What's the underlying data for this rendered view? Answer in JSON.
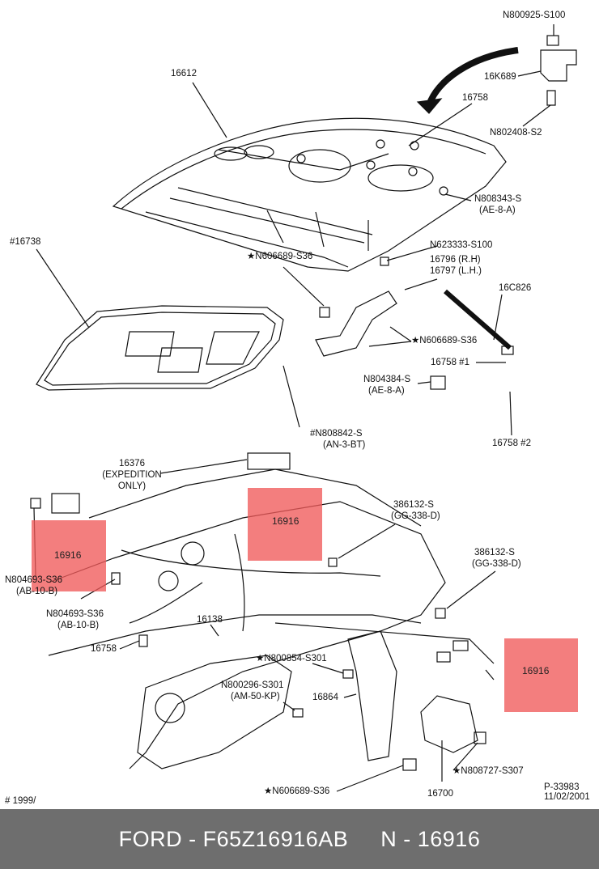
{
  "labels": {
    "n800925_s100": "N800925-S100",
    "p16k689": "16K689",
    "n802408_s2": "N802408-S2",
    "p16758_top": "16758",
    "p16612": "16612",
    "n808343_s_a": "N808343-S",
    "n808343_s_b": "(AE-8-A)",
    "p16738": "#16738",
    "n606689_s36_a": "★N606689-S36",
    "n623333_s100": "N623333-S100",
    "p16796": "16796 (R.H)",
    "p16797": "16797 (L.H.)",
    "p16c826": "16C826",
    "n606689_s36_b": "★N606689-S36",
    "p16758_1": "16758 #1",
    "n804384_s_a": "N804384-S",
    "n804384_s_b": "(AE-8-A)",
    "n808842_s_a": "#N808842-S",
    "n808842_s_b": "(AN-3-BT)",
    "p16758_2": "16758 #2",
    "p16376_a": "16376",
    "p16376_b": "(EXPEDITION",
    "p16376_c": "ONLY)",
    "p386132_a1": "386132-S",
    "p386132_a2": "(GG-338-D)",
    "p386132_b1": "386132-S",
    "p386132_b2": "(GG-338-D)",
    "n804693_a1": "N804693-S36",
    "n804693_a2": "(AB-10-B)",
    "n804693_b1": "N804693-S36",
    "n804693_b2": "(AB-10-B)",
    "p16138": "16138",
    "p16758_mid": "16758",
    "n800854_s301": "★N800854-S301",
    "n800296_a": "N800296-S301",
    "n800296_b": "(AM-50-KP)",
    "p16864": "16864",
    "n808727_s307": "★N808727-S307",
    "n606689_s36_c": "★N606689-S36",
    "p16700": "16700",
    "p33983": "P-33983",
    "date": "11/02/2001",
    "year": "# 1999/"
  },
  "highlights": {
    "left": "16916",
    "center": "16916",
    "right": "16916"
  },
  "highlight_color": "#f05a5a",
  "footer": {
    "text": "FORD - F65Z16916AB     N - 16916"
  }
}
